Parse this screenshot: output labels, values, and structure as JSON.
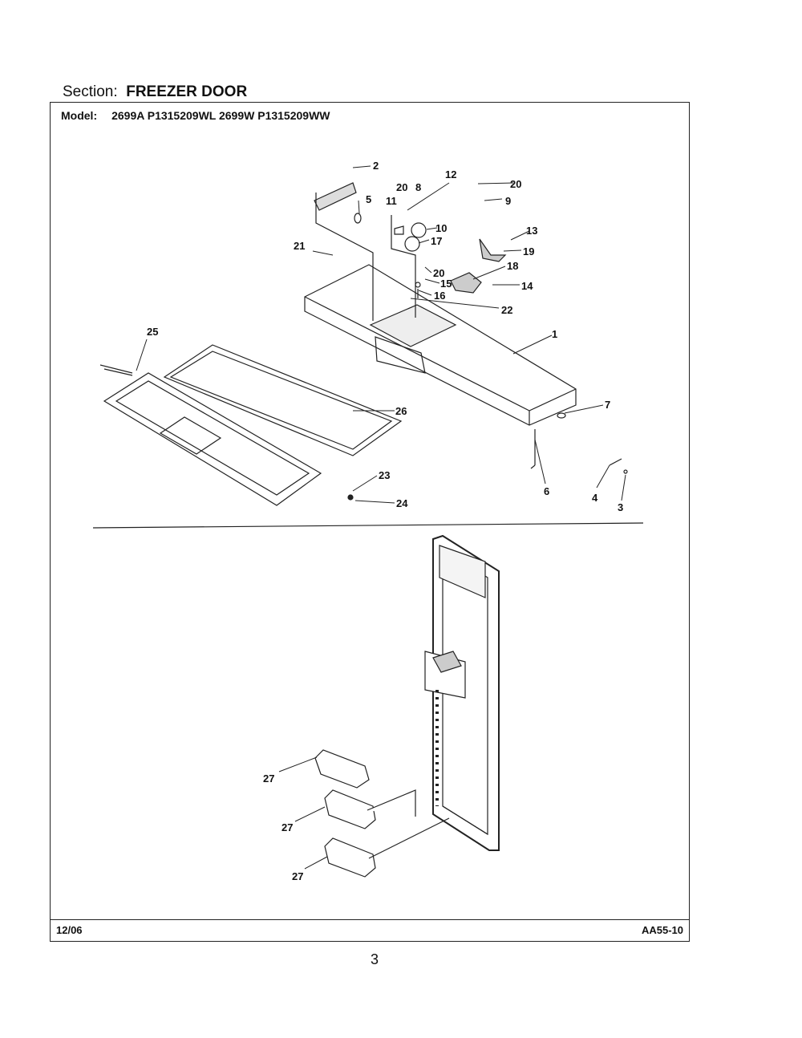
{
  "header": {
    "section_label": "Section:",
    "section_value": "FREEZER DOOR",
    "model_label": "Model:",
    "model_value": "2699A P1315209WL 2699W P1315209WW"
  },
  "callouts": [
    "2",
    "12",
    "20",
    "8",
    "20",
    "11",
    "5",
    "9",
    "10",
    "13",
    "17",
    "21",
    "19",
    "18",
    "20",
    "15",
    "16",
    "14",
    "22",
    "25",
    "1",
    "7",
    "26",
    "23",
    "24",
    "6",
    "4",
    "3",
    "27",
    "27",
    "27"
  ],
  "footer": {
    "date": "12/06",
    "code": "AA55-10",
    "page": "3"
  }
}
